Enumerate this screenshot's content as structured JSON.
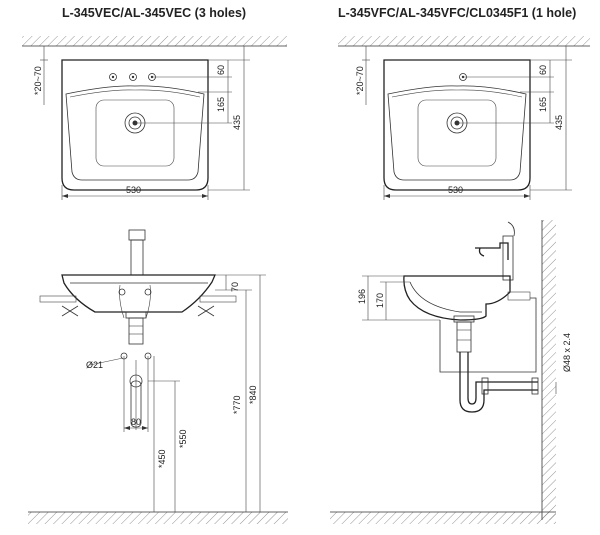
{
  "titles": {
    "left": "L-345VEC/AL-345VEC (3 holes)",
    "right": "L-345VFC/AL-345VFC/CL0345F1 (1 hole)"
  },
  "top_view": {
    "left": {
      "gap": "*20~70",
      "d60": "60",
      "d165": "165",
      "d435": "435",
      "width": "530"
    },
    "right": {
      "gap": "*20~70",
      "d60": "60",
      "d165": "165",
      "d435": "435",
      "width": "530"
    }
  },
  "front_view": {
    "d70": "70",
    "d770": "*770",
    "d840": "*840",
    "d550": "*550",
    "d450": "*450",
    "dia21": "Ø21",
    "d80": "80"
  },
  "side_view": {
    "d196": "196",
    "d170": "170",
    "pipe": "Ø48 x 2.4"
  }
}
